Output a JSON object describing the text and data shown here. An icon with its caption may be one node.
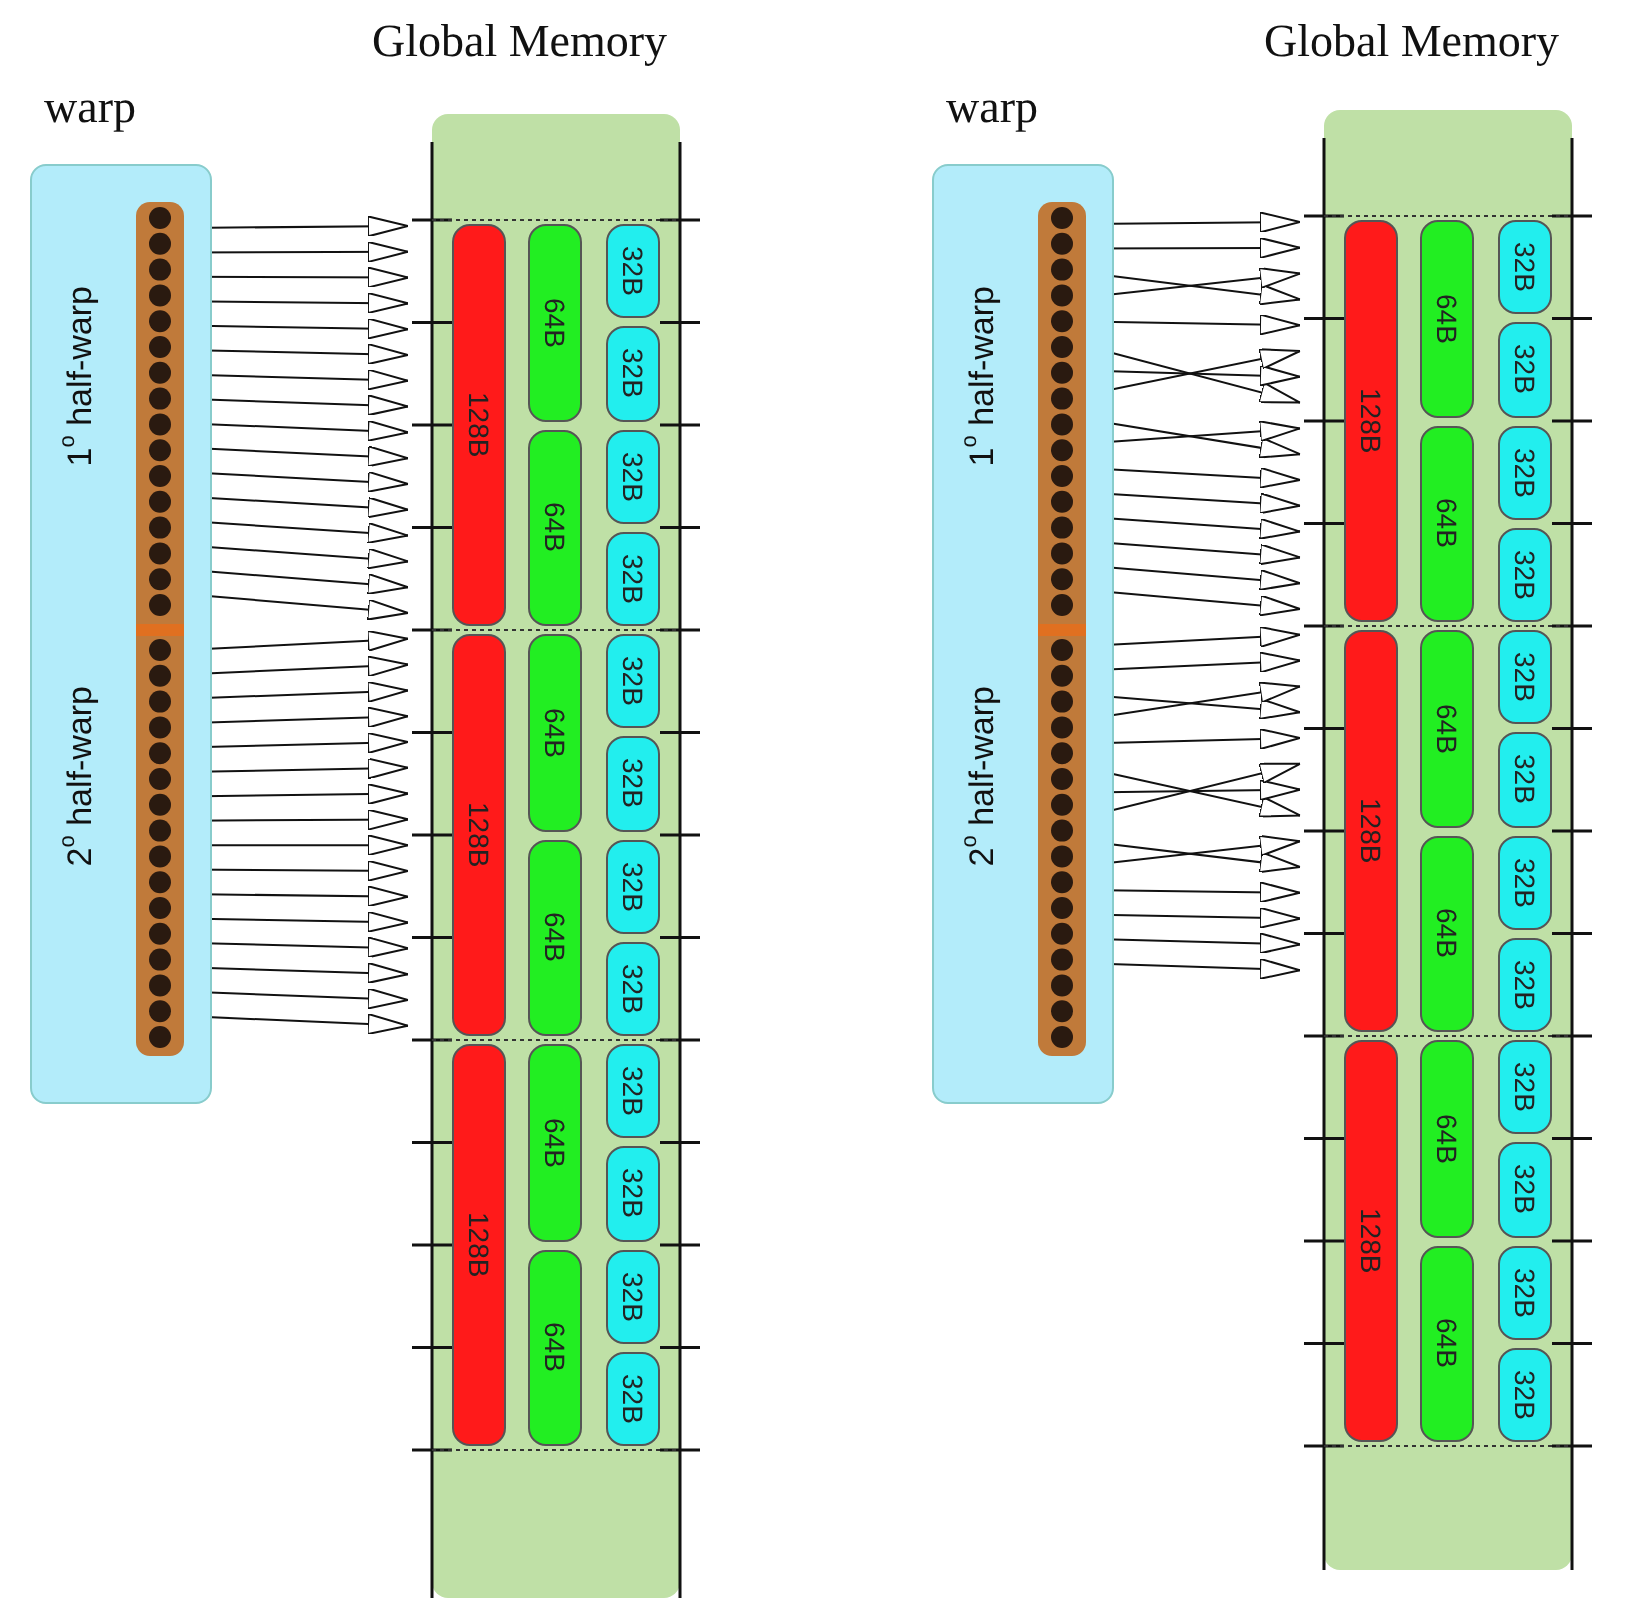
{
  "diagram": {
    "nodes": [
      {
        "text": [
          "warp",
          "1$^{o}$ half-warp",
          "2$^{o}$ half-warp"
        ]
      },
      {
        "text": [],
        "shape": "bar",
        "in": 0
      },
      {
        "text": [
          "Global Memory"
        ]
      },
      {
        "text": [
          "128B"
        ],
        "in": 2
      },
      {
        "text": [
          "128B"
        ],
        "in": 2
      },
      {
        "text": [
          "128B"
        ],
        "in": 2
      },
      {
        "text": [
          "64B"
        ],
        "in": 2
      },
      {
        "text": [
          "64B"
        ],
        "in": 2
      },
      {
        "text": [
          "64B"
        ],
        "in": 2
      },
      {
        "text": [
          "64B"
        ],
        "in": 2
      },
      {
        "text": [
          "64B"
        ],
        "in": 2
      },
      {
        "text": [
          "64B"
        ],
        "in": 2
      },
      {
        "text": [
          "32B"
        ],
        "in": 2
      },
      {
        "text": [
          "32B"
        ],
        "in": 2
      },
      {
        "text": [
          "32B"
        ],
        "in": 2
      },
      {
        "text": [
          "32B"
        ],
        "in": 2
      },
      {
        "text": [
          "32B"
        ],
        "in": 2
      },
      {
        "text": [
          "32B"
        ],
        "in": 2
      },
      {
        "text": [
          "32B"
        ],
        "in": 2
      },
      {
        "text": [
          "32B"
        ],
        "in": 2
      },
      {
        "text": [
          "32B"
        ],
        "in": 2
      },
      {
        "text": [
          "32B"
        ],
        "in": 2
      },
      {
        "text": [
          "32B"
        ],
        "in": 2
      },
      {
        "text": [
          "32B"
        ],
        "in": 2
      },
      {
        "text": [
          "warp",
          "1$^{o}$ half-warp",
          "2$^{o}$ half-warp"
        ]
      },
      {
        "text": [],
        "shape": "bar",
        "in": 24
      },
      {
        "text": [
          "Global Memory"
        ]
      },
      {
        "text": [
          "128B"
        ],
        "in": 26
      },
      {
        "text": [
          "128B"
        ],
        "in": 26
      },
      {
        "text": [
          "128B"
        ],
        "in": 26
      },
      {
        "text": [
          "64B"
        ],
        "in": 26
      },
      {
        "text": [
          "64B"
        ],
        "in": 26
      },
      {
        "text": [
          "64B"
        ],
        "in": 26
      },
      {
        "text": [
          "64B"
        ],
        "in": 26
      },
      {
        "text": [
          "64B"
        ],
        "in": 26
      },
      {
        "text": [
          "64B"
        ],
        "in": 26
      },
      {
        "text": [
          "32B"
        ],
        "in": 26
      },
      {
        "text": [
          "32B"
        ],
        "in": 26
      },
      {
        "text": [
          "32B"
        ],
        "in": 26
      },
      {
        "text": [
          "32B"
        ],
        "in": 26
      },
      {
        "text": [
          "32B"
        ],
        "in": 26
      },
      {
        "text": [
          "32B"
        ],
        "in": 26
      },
      {
        "text": [
          "32B"
        ],
        "in": 26
      },
      {
        "text": [
          "32B"
        ],
        "in": 26
      },
      {
        "text": [
          "32B"
        ],
        "in": 26
      },
      {
        "text": [
          "32B"
        ],
        "in": 26
      },
      {
        "text": [
          "32B"
        ],
        "in": 26
      },
      {
        "text": [
          "32B"
        ],
        "in": 26
      }
    ],
    "edges": [
      {
        "from": 1,
        "to": 2,
        "arrow": "to"
      },
      {
        "from": 1,
        "to": 2,
        "arrow": "to"
      },
      {
        "from": 1,
        "to": 2,
        "arrow": "to"
      },
      {
        "from": 1,
        "to": 2,
        "arrow": "to"
      },
      {
        "from": 1,
        "to": 2,
        "arrow": "to"
      },
      {
        "from": 1,
        "to": 2,
        "arrow": "to"
      },
      {
        "from": 1,
        "to": 2,
        "arrow": "to"
      },
      {
        "from": 1,
        "to": 2,
        "arrow": "to"
      },
      {
        "from": 1,
        "to": 2,
        "arrow": "to"
      },
      {
        "from": 1,
        "to": 2,
        "arrow": "to"
      },
      {
        "from": 1,
        "to": 2,
        "arrow": "to"
      },
      {
        "from": 1,
        "to": 2,
        "arrow": "to"
      },
      {
        "from": 1,
        "to": 2,
        "arrow": "to"
      },
      {
        "from": 1,
        "to": 2,
        "arrow": "to"
      },
      {
        "from": 1,
        "to": 2,
        "arrow": "to"
      },
      {
        "from": 1,
        "to": 2,
        "arrow": "to"
      },
      {
        "from": 1,
        "to": 2,
        "arrow": "to"
      },
      {
        "from": 1,
        "to": 2,
        "arrow": "to"
      },
      {
        "from": 1,
        "to": 2,
        "arrow": "to"
      },
      {
        "from": 1,
        "to": 2,
        "arrow": "to"
      },
      {
        "from": 1,
        "to": 2,
        "arrow": "to"
      },
      {
        "from": 1,
        "to": 2,
        "arrow": "to"
      },
      {
        "from": 1,
        "to": 2,
        "arrow": "to"
      },
      {
        "from": 1,
        "to": 2,
        "arrow": "to"
      },
      {
        "from": 1,
        "to": 2,
        "arrow": "to"
      },
      {
        "from": 1,
        "to": 2,
        "arrow": "to"
      },
      {
        "from": 1,
        "to": 2,
        "arrow": "to"
      },
      {
        "from": 1,
        "to": 2,
        "arrow": "to"
      },
      {
        "from": 1,
        "to": 2,
        "arrow": "to"
      },
      {
        "from": 1,
        "to": 2,
        "arrow": "to"
      },
      {
        "from": 1,
        "to": 2,
        "arrow": "to"
      },
      {
        "from": 1,
        "to": 2,
        "arrow": "to"
      },
      {
        "from": 25,
        "to": 26,
        "arrow": "to"
      },
      {
        "from": 25,
        "to": 26,
        "arrow": "to"
      },
      {
        "from": 25,
        "to": 26,
        "arrow": "to"
      },
      {
        "from": 25,
        "to": 26,
        "arrow": "to"
      },
      {
        "from": 25,
        "to": 26,
        "arrow": "to"
      },
      {
        "from": 25,
        "to": 26,
        "arrow": "to"
      },
      {
        "from": 25,
        "to": 26,
        "arrow": "to"
      },
      {
        "from": 25,
        "to": 26,
        "arrow": "to"
      },
      {
        "from": 25,
        "to": 26,
        "arrow": "to"
      },
      {
        "from": 25,
        "to": 26,
        "arrow": "to"
      },
      {
        "from": 25,
        "to": 26,
        "arrow": "to"
      },
      {
        "from": 25,
        "to": 26,
        "arrow": "to"
      },
      {
        "from": 25,
        "to": 26,
        "arrow": "to"
      },
      {
        "from": 25,
        "to": 26,
        "arrow": "to"
      },
      {
        "from": 25,
        "to": 26,
        "arrow": "to"
      },
      {
        "from": 25,
        "to": 26,
        "arrow": "to"
      },
      {
        "from": 25,
        "to": 26,
        "arrow": "to"
      },
      {
        "from": 25,
        "to": 26,
        "arrow": "to"
      },
      {
        "from": 25,
        "to": 26,
        "arrow": "to"
      },
      {
        "from": 25,
        "to": 26,
        "arrow": "to"
      },
      {
        "from": 25,
        "to": 26,
        "arrow": "to"
      },
      {
        "from": 25,
        "to": 26,
        "arrow": "to"
      },
      {
        "from": 25,
        "to": 26,
        "arrow": "to"
      },
      {
        "from": 25,
        "to": 26,
        "arrow": "to"
      },
      {
        "from": 25,
        "to": 26,
        "arrow": "to"
      },
      {
        "from": 25,
        "to": 26,
        "arrow": "to"
      },
      {
        "from": 25,
        "to": 26,
        "arrow": "to"
      },
      {
        "from": 25,
        "to": 26,
        "arrow": "to"
      },
      {
        "from": 25,
        "to": 26,
        "arrow": "to"
      },
      {
        "from": 25,
        "to": 26,
        "arrow": "to"
      }
    ]
  }
}
